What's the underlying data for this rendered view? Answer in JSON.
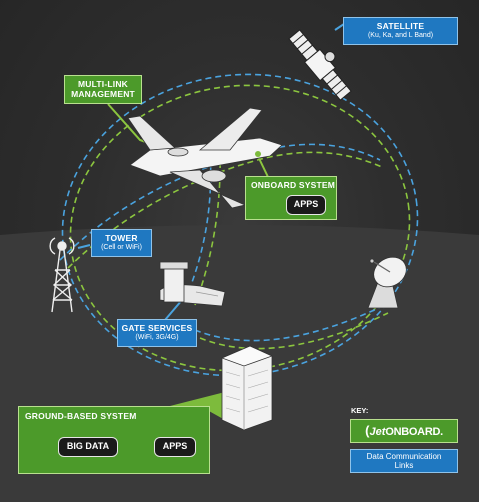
{
  "labels": {
    "satellite_title": "SATELLITE",
    "satellite_sub": "(Ku, Ka, and L Band)",
    "multilink_title_1": "MULTI-LINK",
    "multilink_title_2": "MANAGEMENT",
    "onboard_title": "ONBOARD SYSTEM",
    "onboard_apps": "APPS",
    "tower_title": "TOWER",
    "tower_sub": "(Cell or WiFi)",
    "gate_title": "GATE SERVICES",
    "gate_sub": "(WiFi, 3G/4G)",
    "ground_title": "GROUND-BASED SYSTEM",
    "ground_bigdata": "BIG DATA",
    "ground_apps": "APPS"
  },
  "key": {
    "title": "KEY:",
    "logo_mark": "(",
    "logo_jet": "Jet",
    "logo_onboard": "ONBOARD.",
    "links_label_1": "Data Communication",
    "links_label_2": "Links"
  },
  "colors": {
    "blue_box": "#1f78c1",
    "green_box": "#4c9a2a",
    "dashed_blue": "#4aa3df",
    "dashed_green": "#8cc63f",
    "background": "#2b2b2b"
  }
}
